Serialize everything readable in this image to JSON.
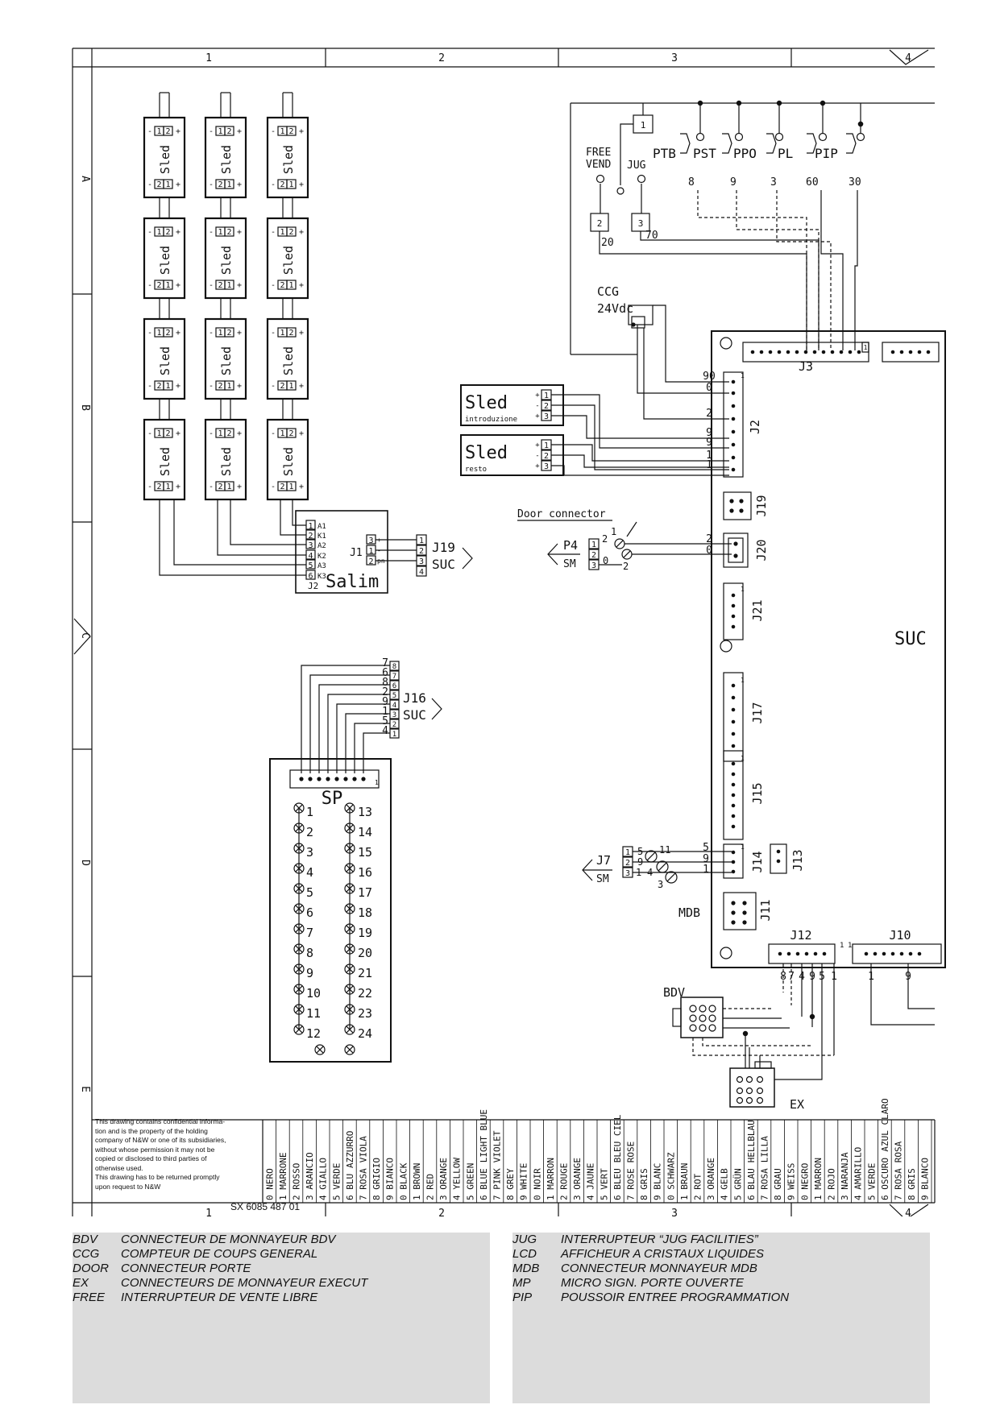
{
  "frame": {
    "columns": [
      "1",
      "2",
      "3",
      "4"
    ],
    "rows": [
      "A",
      "B",
      "C",
      "D",
      "E"
    ]
  },
  "sled_module": {
    "label": "Sled",
    "top_pins": [
      "1",
      "2"
    ],
    "bottom_pins": [
      "2",
      "1"
    ],
    "minus": "-",
    "plus": "+"
  },
  "salim": {
    "label": "Salim",
    "j2_label": "J2",
    "j1_label": "J1",
    "left_pins": [
      "1",
      "2",
      "3",
      "4",
      "5",
      "6"
    ],
    "left_signals": [
      "A1",
      "K1",
      "A2",
      "K2",
      "A3",
      "K3"
    ],
    "j1_pins": [
      "3",
      "1",
      "2"
    ],
    "j1_signals": [
      "+",
      "-",
      "pn"
    ],
    "j19_pins": [
      "1",
      "2",
      "3",
      "4"
    ],
    "j19_label": "J19",
    "j19_target": "SUC"
  },
  "sled_introduzione": {
    "label": "Sled",
    "sub": "introduzione",
    "pins": [
      "1",
      "2",
      "3"
    ],
    "signs": [
      "+",
      "-",
      "+"
    ]
  },
  "sled_resto": {
    "label": "Sled",
    "sub": "resto",
    "pins": [
      "1",
      "2",
      "3"
    ],
    "signs": [
      "+",
      "-",
      "+"
    ]
  },
  "switches": {
    "free_vend": [
      "FREE",
      "VEND"
    ],
    "jug": "JUG",
    "ptb": "PTB",
    "pst": "PST",
    "ppo": "PPO",
    "pl": "PL",
    "pip": "PIP",
    "box1": "1",
    "box2": "2",
    "box3": "3",
    "wire_numbers": [
      "8",
      "9",
      "3",
      "60",
      "30"
    ],
    "wire_20": "20",
    "wire_70": "70"
  },
  "ccg": {
    "line1": "CCG",
    "line2": "24Vdc"
  },
  "connectors": {
    "j3": "J3",
    "j2": "J2",
    "j2_numbers": [
      "90",
      "0",
      "2",
      "9",
      "9",
      "1",
      "1"
    ],
    "j2_pin1": "1",
    "j19": "J19",
    "j20": "J20",
    "j20_numbers": [
      "2",
      "0"
    ],
    "j21": "J21",
    "j17": "J17",
    "j15": "J15",
    "j14": "J14",
    "j13": "J13",
    "j14_numbers": [
      "5",
      "9",
      "1"
    ],
    "j11": "J11",
    "mdb": "MDB",
    "j12": "J12",
    "j12_numbers": [
      "8",
      "7",
      "4",
      "9",
      "5",
      "1"
    ],
    "j10": "J10",
    "j10_numbers": [
      "1",
      "9"
    ],
    "suc": "SUC",
    "pin_one": "1"
  },
  "door": {
    "label": "Door connector",
    "p4": "P4",
    "sm": "SM",
    "pins": [
      "1",
      "2",
      "3"
    ],
    "numbers": [
      "2",
      "1",
      "0",
      "2"
    ]
  },
  "j7": {
    "label": "J7",
    "sm": "SM",
    "pins": [
      "1",
      "2",
      "3"
    ],
    "left_numbers": [
      "5",
      "9",
      "1"
    ],
    "extra_numbers": [
      "11",
      "4",
      "3"
    ]
  },
  "j16": {
    "label": "J16",
    "target": "SUC",
    "pins": [
      "8",
      "7",
      "6",
      "5",
      "4",
      "3",
      "2",
      "1"
    ],
    "wire_numbers": [
      "7",
      "6",
      "8",
      "2",
      "9",
      "1",
      "5",
      "4"
    ]
  },
  "sp": {
    "label": "SP",
    "left": [
      "1",
      "2",
      "3",
      "4",
      "5",
      "6",
      "7",
      "8",
      "9",
      "10",
      "11",
      "12"
    ],
    "right": [
      "13",
      "14",
      "15",
      "16",
      "17",
      "18",
      "19",
      "20",
      "21",
      "22",
      "23",
      "24"
    ],
    "pin_one": "1"
  },
  "bdv": {
    "label": "BDV"
  },
  "ex": {
    "label": "EX"
  },
  "notice": [
    "This drawing contains confidential informa-",
    "tion and is the property of the holding",
    "company of N&W or one of its subsidiaries,",
    "without whose permission it may not be",
    "copied or disclosed to third parties of",
    "otherwise used.",
    "This drawing has to be returned promptly",
    "upon request to N&W"
  ],
  "doc_number": "SX 6085 487 01",
  "color_code": [
    {
      "n": "0",
      "c": [
        "NERO"
      ]
    },
    {
      "n": "1",
      "c": [
        "MARRONE"
      ]
    },
    {
      "n": "2",
      "c": [
        "ROSSO"
      ]
    },
    {
      "n": "3",
      "c": [
        "ARANCIO"
      ]
    },
    {
      "n": "4",
      "c": [
        "GIALLO"
      ]
    },
    {
      "n": "5",
      "c": [
        "VERDE"
      ]
    },
    {
      "n": "6",
      "c": [
        "BLU",
        "AZZURRO"
      ]
    },
    {
      "n": "7",
      "c": [
        "ROSA",
        "VIOLA"
      ]
    },
    {
      "n": "8",
      "c": [
        "GRIGIO"
      ]
    },
    {
      "n": "9",
      "c": [
        "BIANCO"
      ]
    },
    {
      "n": "0",
      "c": [
        "BLACK"
      ]
    },
    {
      "n": "1",
      "c": [
        "BROWN"
      ]
    },
    {
      "n": "2",
      "c": [
        "RED"
      ]
    },
    {
      "n": "3",
      "c": [
        "ORANGE"
      ]
    },
    {
      "n": "4",
      "c": [
        "YELLOW"
      ]
    },
    {
      "n": "5",
      "c": [
        "GREEN"
      ]
    },
    {
      "n": "6",
      "c": [
        "BLUE",
        "LIGHT BLUE"
      ]
    },
    {
      "n": "7",
      "c": [
        "PINK",
        "VIOLET"
      ]
    },
    {
      "n": "8",
      "c": [
        "GREY"
      ]
    },
    {
      "n": "9",
      "c": [
        "WHITE"
      ]
    },
    {
      "n": "0",
      "c": [
        "NOIR"
      ]
    },
    {
      "n": "1",
      "c": [
        "MARRON"
      ]
    },
    {
      "n": "2",
      "c": [
        "ROUGE"
      ]
    },
    {
      "n": "3",
      "c": [
        "ORANGE"
      ]
    },
    {
      "n": "4",
      "c": [
        "JAUNE"
      ]
    },
    {
      "n": "5",
      "c": [
        "VERT"
      ]
    },
    {
      "n": "6",
      "c": [
        "BLEU",
        "BLEU CIEL"
      ]
    },
    {
      "n": "7",
      "c": [
        "ROSE",
        "ROSE"
      ]
    },
    {
      "n": "8",
      "c": [
        "GRIS"
      ]
    },
    {
      "n": "9",
      "c": [
        "BLANC"
      ]
    },
    {
      "n": "0",
      "c": [
        "SCHWARZ"
      ]
    },
    {
      "n": "1",
      "c": [
        "BRAUN"
      ]
    },
    {
      "n": "2",
      "c": [
        "ROT"
      ]
    },
    {
      "n": "3",
      "c": [
        "ORANGE"
      ]
    },
    {
      "n": "4",
      "c": [
        "GELB"
      ]
    },
    {
      "n": "5",
      "c": [
        "GRÜN"
      ]
    },
    {
      "n": "6",
      "c": [
        "BLAU",
        "HELLBLAU"
      ]
    },
    {
      "n": "7",
      "c": [
        "ROSA",
        "LILLA"
      ]
    },
    {
      "n": "8",
      "c": [
        "GRAU"
      ]
    },
    {
      "n": "9",
      "c": [
        "WEISS"
      ]
    },
    {
      "n": "0",
      "c": [
        "NEGRO"
      ]
    },
    {
      "n": "1",
      "c": [
        "MARRON"
      ]
    },
    {
      "n": "2",
      "c": [
        "ROJO"
      ]
    },
    {
      "n": "3",
      "c": [
        "NARANJA"
      ]
    },
    {
      "n": "4",
      "c": [
        "AMARILLO"
      ]
    },
    {
      "n": "5",
      "c": [
        "VERDE"
      ]
    },
    {
      "n": "6",
      "c": [
        "OSCURO",
        "AZUL CLARO"
      ]
    },
    {
      "n": "7",
      "c": [
        "ROSA",
        "ROSA"
      ]
    },
    {
      "n": "8",
      "c": [
        "GRIS"
      ]
    },
    {
      "n": "9",
      "c": [
        "BLANCO"
      ]
    }
  ],
  "legend_left": [
    {
      "abbr": "BDV",
      "text": "CONNECTEUR DE MONNAYEUR BDV"
    },
    {
      "abbr": "CCG",
      "text": "COMPTEUR DE COUPS GENERAL"
    },
    {
      "abbr": "DOOR",
      "text": "CONNECTEUR PORTE"
    },
    {
      "abbr": "EX",
      "text": "CONNECTEURS DE MONNAYEUR EXECUT"
    },
    {
      "abbr": "FREE",
      "text": "INTERRUPTEUR DE VENTE LIBRE"
    }
  ],
  "legend_right": [
    {
      "abbr": "JUG",
      "text": "INTERRUPTEUR “JUG FACILITIES”"
    },
    {
      "abbr": "LCD",
      "text": "AFFICHEUR A CRISTAUX LIQUIDES"
    },
    {
      "abbr": "MDB",
      "text": "CONNECTEUR  MONNAYEUR MDB"
    },
    {
      "abbr": "MP",
      "text": "MICRO SIGN. PORTE OUVERTE"
    },
    {
      "abbr": "PIP",
      "text": "POUSSOIR ENTREE PROGRAMMATION"
    }
  ]
}
